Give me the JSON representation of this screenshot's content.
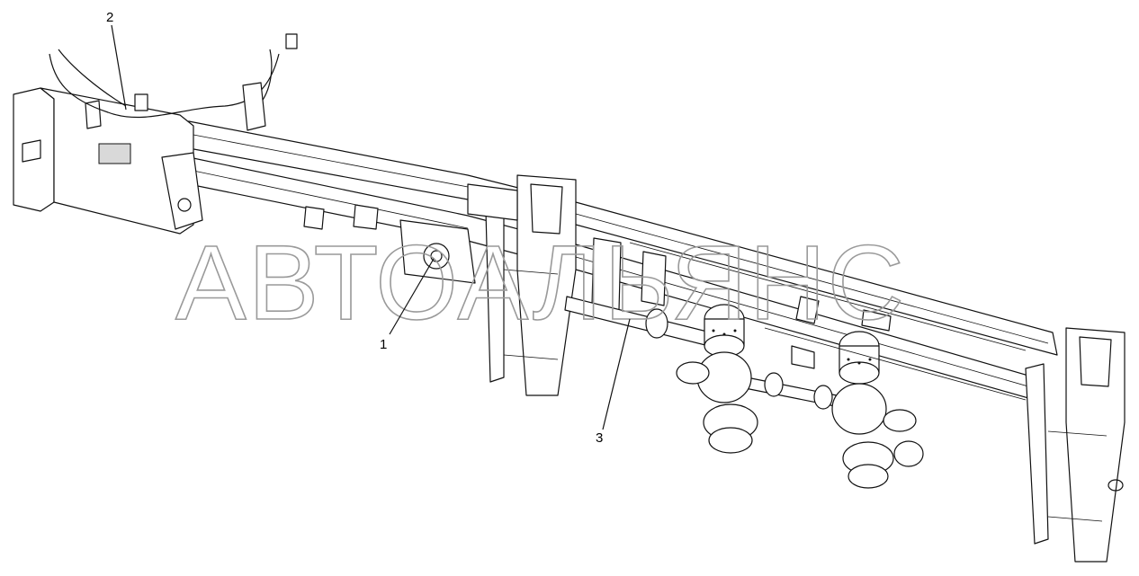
{
  "watermark": "АВТОАЛЬЯНС",
  "callouts": [
    {
      "id": "1",
      "label": "1"
    },
    {
      "id": "2",
      "label": "2"
    },
    {
      "id": "3",
      "label": "3"
    }
  ],
  "colors": {
    "line": "#111111",
    "watermark": "#9a9a9a",
    "background": "#ffffff"
  }
}
